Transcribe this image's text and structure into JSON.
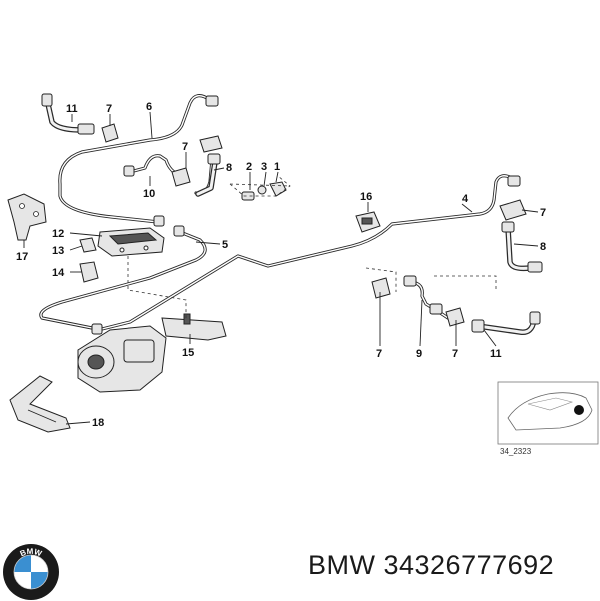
{
  "callouts": {
    "c11a": "11",
    "c7a": "7",
    "c6": "6",
    "c7b": "7",
    "c8a": "8",
    "c2": "2",
    "c3": "3",
    "c1": "1",
    "c10": "10",
    "c16": "16",
    "c4": "4",
    "c7c": "7",
    "c8b": "8",
    "c17": "17",
    "c12": "12",
    "c13": "13",
    "c5": "5",
    "c14": "14",
    "c15": "15",
    "c7d": "7",
    "c9": "9",
    "c7e": "7",
    "c11b": "11",
    "c18": "18"
  },
  "thumbnail": {
    "code": "34_2323"
  },
  "footer": {
    "brand_line": "BMW 34326777692",
    "logo_letters": "BMW"
  },
  "colors": {
    "logo_blue": "#3a8fd1",
    "logo_ring": "#1a1a1a",
    "ink": "#222222"
  }
}
